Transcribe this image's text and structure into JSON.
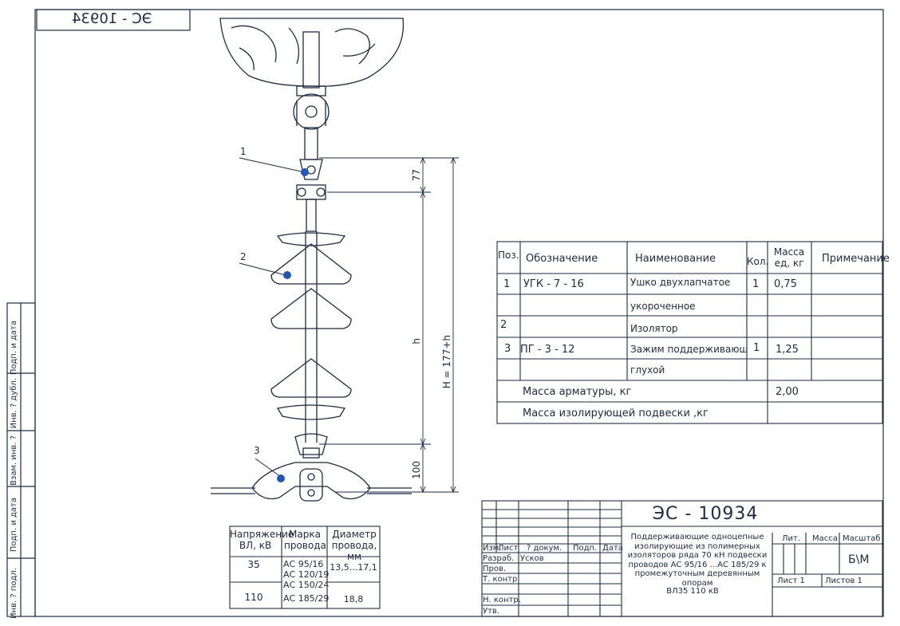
{
  "stamp_mirrored": "ЭС - 10934",
  "callouts": [
    "1",
    "2",
    "3"
  ],
  "dimensions": {
    "top": "77",
    "middle": "h",
    "total": "H = 177+h",
    "bottom": "100"
  },
  "side_strip": [
    "Подп. и дата",
    "Инв. ? дубл.",
    "Взам. инв. ?",
    "Подп. и дата",
    "Инв. ? подл."
  ],
  "parts_table": {
    "headers": {
      "pos": "Поз.",
      "designation": "Обозначение",
      "name": "Наименование",
      "qty": "Кол.",
      "mass": "Масса ед, кг",
      "note": "Примечание"
    },
    "rows": [
      {
        "pos": "1",
        "designation": "УГК - 7 - 16",
        "name": "Ушко двухлапчатое",
        "qty": "1",
        "mass": "0,75"
      },
      {
        "pos": "",
        "designation": "",
        "name": "укороченное",
        "qty": "",
        "mass": ""
      },
      {
        "pos": "2",
        "designation": "",
        "name": "Изолятор",
        "qty": "",
        "mass": ""
      },
      {
        "pos": "3",
        "designation": "ПГ - 3 - 12",
        "name": "Зажим поддерживающий",
        "qty": "1",
        "mass": "1,25"
      },
      {
        "pos": "",
        "designation": "",
        "name": "глухой",
        "qty": "",
        "mass": ""
      }
    ],
    "total_fittings_label": "Масса арматуры, кг",
    "total_fittings_value": "2,00",
    "total_insulating_label": "Масса изолирующей подвески ,кг"
  },
  "voltage_table": {
    "headers": {
      "voltage": "Напряжение ВЛ, кВ",
      "wire": "Марка провода",
      "diameter": "Диаметр провода, мм"
    },
    "rows": [
      {
        "voltage": "35",
        "wires": [
          "АС 95/16",
          "АС 120/19",
          "АС 150/24"
        ],
        "diameter": "13,5...17,1"
      },
      {
        "voltage": "110",
        "wires": [
          "АС 185/29"
        ],
        "diameter": "18,8"
      }
    ]
  },
  "title_block": {
    "doc_code": "ЭС - 10934",
    "description": "Поддерживающие одноцепные изолирующие из полимерных изоляторов ряда 70 кН подвески проводов АС 95/16 ...АС 185/29 к промежуточным деревянным опорам",
    "line": "ВЛ35 110 кВ",
    "col_headers": {
      "izm": "Изм.",
      "list": "Лист",
      "doc": "? докум.",
      "sign": "Подп.",
      "date": "Дата"
    },
    "roles": [
      {
        "role": "Разраб.",
        "name": "Усков"
      },
      {
        "role": "Пров.",
        "name": ""
      },
      {
        "role": "Т. контр.",
        "name": ""
      },
      {
        "role": "",
        "name": ""
      },
      {
        "role": "Н. контр.",
        "name": ""
      },
      {
        "role": "Утв.",
        "name": ""
      }
    ],
    "lit_label": "Лит.",
    "mass_label": "Масса",
    "scale_label": "Масштаб",
    "scale_value": "Б\\М",
    "sheet_label": "Лист 1",
    "sheets_label": "Листов 1"
  }
}
